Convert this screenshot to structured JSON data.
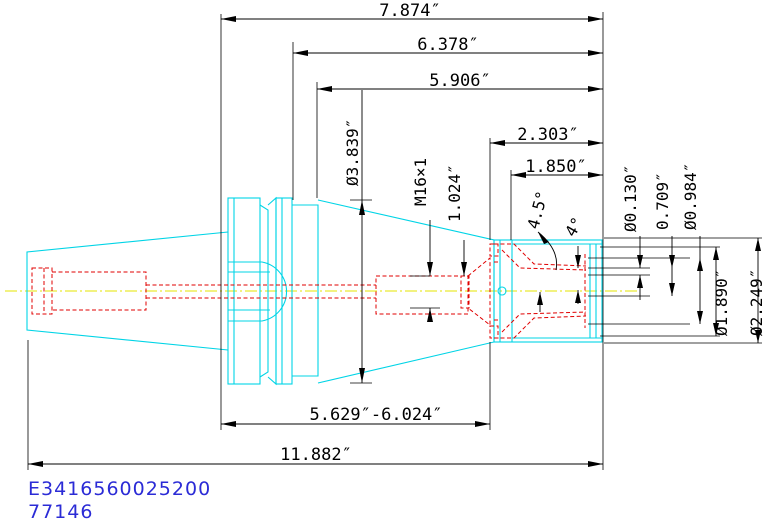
{
  "dimensions": {
    "overall_7874": "7.874″",
    "d_6378": "6.378″",
    "d_5906": "5.906″",
    "d_2303": "2.303″",
    "d_1850": "1.850″",
    "dia_3839": "Ø3.839″",
    "thread_m16": "M16×1",
    "d_1024": "1.024″",
    "angle_45": "4.5°",
    "angle_4": "4°",
    "dia_0130": "Ø0.130″",
    "d_0709": "0.709″",
    "dia_0984": "Ø0.984″",
    "dia_1890": "Ø1.890″",
    "dia_2249": "Ø2.249″",
    "range_5629_6024": "5.629″-6.024″",
    "overall_11882": "11.882″"
  },
  "part_number": "E3416560025200",
  "part_code": "77146",
  "colors": {
    "outline": "#00d4e6",
    "hidden": "#e00000",
    "centerline": "#e6e600",
    "dimension": "#000000",
    "part_text": "#2b2bd6"
  }
}
